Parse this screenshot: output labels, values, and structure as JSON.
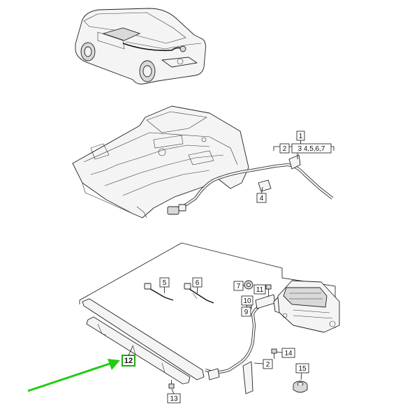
{
  "callouts": {
    "c1": "1",
    "c2a": "2",
    "c3457": "3 4,5,6,7",
    "c4": "4",
    "c5": "5",
    "c6": "6",
    "c7": "7",
    "c11": "11",
    "c10": "10",
    "c9": "9",
    "c2b": "2",
    "c14": "14",
    "c15": "15",
    "c12": "12",
    "c13": "13"
  },
  "colors": {
    "highlight": "#1aa80f",
    "arrow": "#22cc11",
    "line": "#111111"
  },
  "icons": [
    "car-icon",
    "underbody-tray-icon",
    "cable-harness-icon",
    "control-unit-icon",
    "trim-strip-icon",
    "cable-tie-icon",
    "grommet-icon",
    "bolt-icon",
    "nut-icon",
    "arrow-pointer"
  ]
}
